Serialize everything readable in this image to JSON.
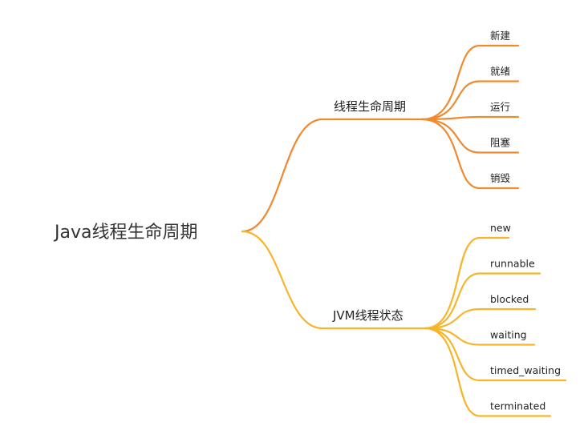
{
  "root": {
    "label": "Java线程生命周期"
  },
  "colors": {
    "branch_0": "#F08A2E",
    "branch_1": "#F6B52A"
  },
  "branches": [
    {
      "label": "线程生命周期",
      "children": [
        "新建",
        "就绪",
        "运行",
        "阻塞",
        "销毁"
      ]
    },
    {
      "label": "JVM线程状态",
      "children": [
        "new",
        "runnable",
        "blocked",
        "waiting",
        "timed_waiting",
        "terminated"
      ]
    }
  ]
}
